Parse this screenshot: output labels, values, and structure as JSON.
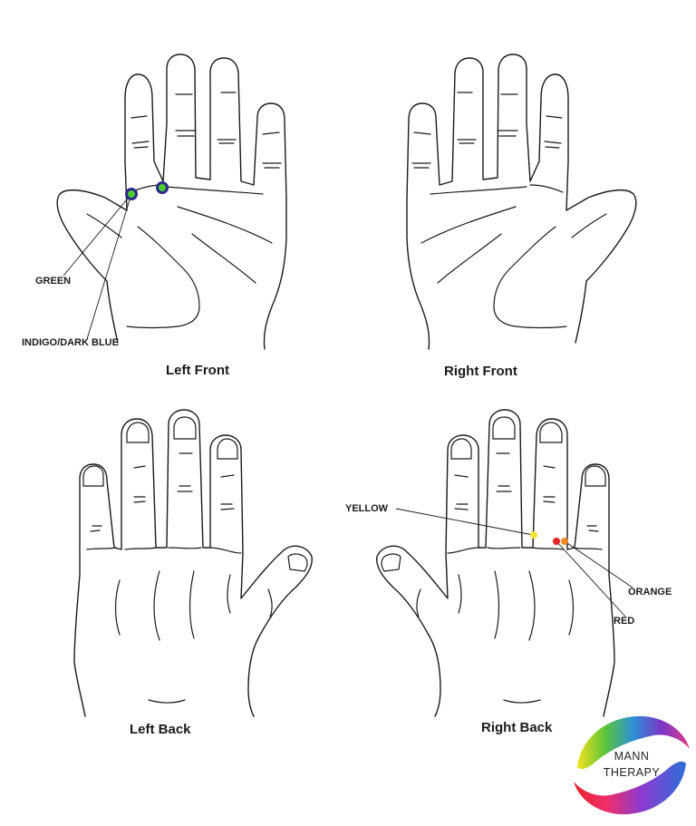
{
  "panels": {
    "left_front": {
      "caption": "Left Front"
    },
    "right_front": {
      "caption": "Right Front"
    },
    "left_back": {
      "caption": "Left Back"
    },
    "right_back": {
      "caption": "Right Back"
    }
  },
  "points": {
    "green": {
      "label": "GREEN",
      "color": "#4ccf2e",
      "ring": "#2a2a8c"
    },
    "indigo": {
      "label": "INDIGO/DARK BLUE",
      "color": "#4ccf2e",
      "ring": "#2a2a8c"
    },
    "yellow": {
      "label": "YELLOW",
      "color": "#f2e23a"
    },
    "red": {
      "label": "RED",
      "color": "#e8242a"
    },
    "orange": {
      "label": "ORANGE",
      "color": "#f28c28"
    }
  },
  "logo": {
    "line1": "MANN",
    "line2": "THERAPY"
  }
}
